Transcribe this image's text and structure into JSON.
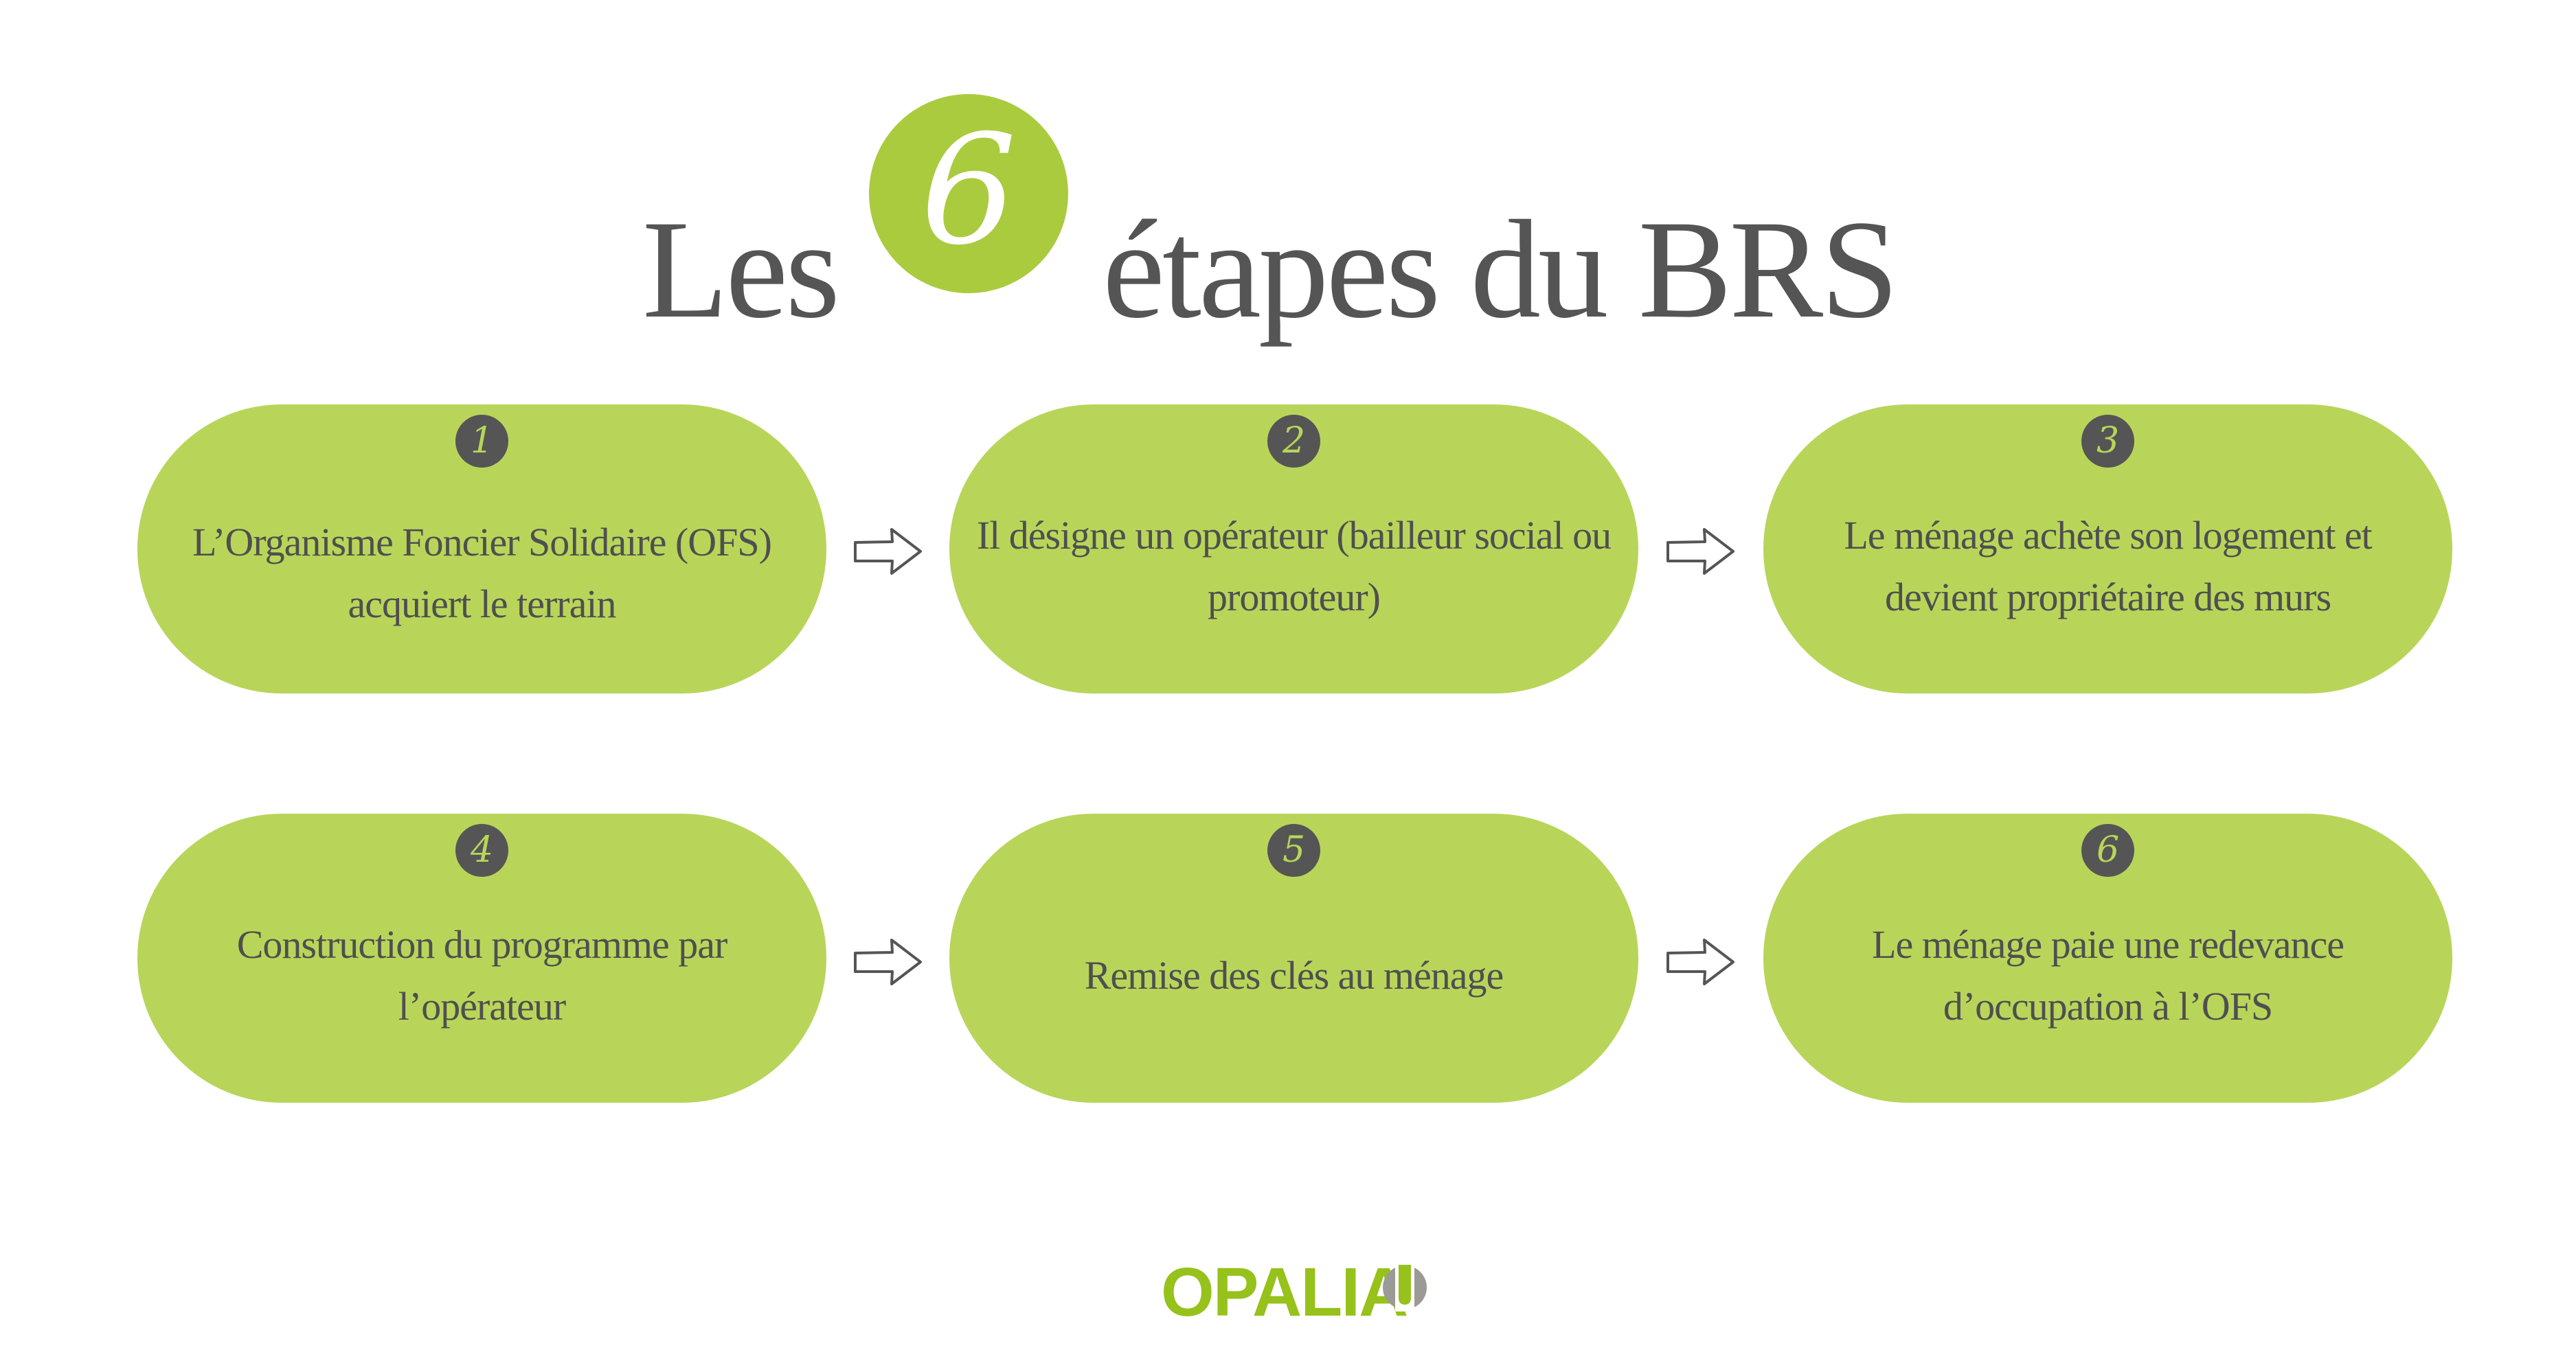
{
  "title": {
    "before": "Les",
    "number": "6",
    "after": "étapes du BRS"
  },
  "steps": [
    {
      "number": "1",
      "text": "L’Organisme Foncier Solidaire (OFS) acquiert le terrain"
    },
    {
      "number": "2",
      "text": "Il désigne un opérateur (bailleur social ou promoteur)"
    },
    {
      "number": "3",
      "text": "Le ménage achète son logement et devient propriétaire des murs"
    },
    {
      "number": "4",
      "text": "Construction du programme par l’opérateur"
    },
    {
      "number": "5",
      "text": "Remise des clés au ménage"
    },
    {
      "number": "6",
      "text": "Le ménage paie une redevance d’occupation à l’OFS"
    }
  ],
  "icons": {
    "arrow": "arrow-right-icon",
    "logo": "opalia-logo-icon"
  },
  "logo": {
    "text": "OPALIA"
  },
  "colors": {
    "pill": "#b8d55a",
    "title_circle": "#abcb3f",
    "badge": "#555555",
    "text": "#4f4f4f",
    "logo": "#97c11b",
    "logo_grey": "#9a9a96"
  }
}
